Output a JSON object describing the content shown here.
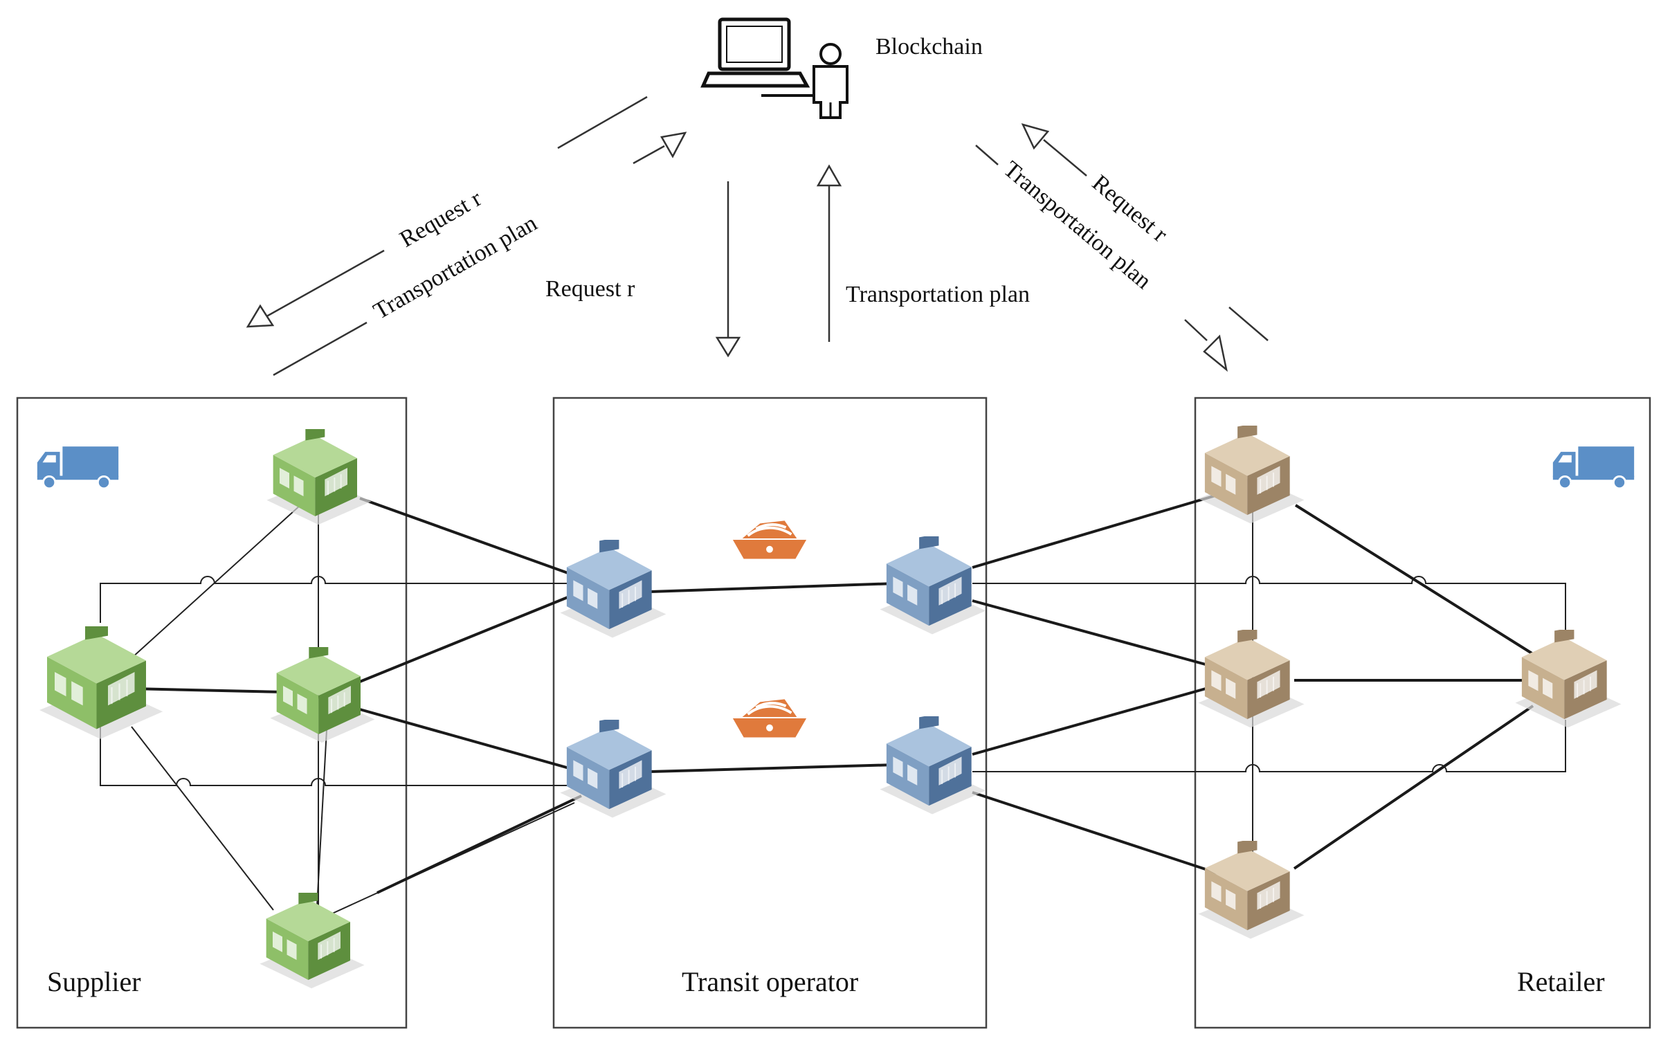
{
  "title": "Blockchain",
  "nodes": {
    "supplier": "Supplier",
    "transit": "Transit operator",
    "retailer": "Retailer"
  },
  "flows": {
    "left_request": "Request r",
    "left_plan": "Transportation plan",
    "center_request": "Request r",
    "center_plan": "Transportation plan",
    "right_request": "Request r",
    "right_plan": "Transportation plan"
  },
  "icons": {
    "operator": "computer-user-icon",
    "truck": "truck-icon",
    "ship": "ship-icon",
    "supplier_site": "green-warehouse-icon",
    "transit_site": "blue-port-building-icon",
    "retailer_site": "tan-store-icon"
  },
  "colors": {
    "supplier": "#6f9f4e",
    "transit": "#5f82a6",
    "retailer": "#bda486",
    "ship": "#e07a3c",
    "truck": "#5b8fc7"
  }
}
